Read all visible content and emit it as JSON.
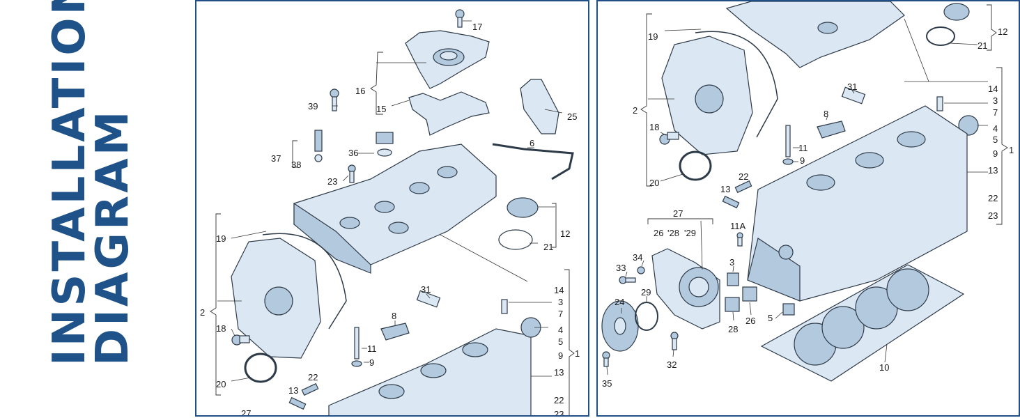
{
  "title": {
    "line1": "INSTALLATION",
    "line2": "DIAGRAM"
  },
  "colors": {
    "accent": "#1e5288",
    "part_fill": "#dbe7f2",
    "part_shade": "#b3c9de",
    "outline": "#2d3a48"
  },
  "left_panel": {
    "labels": [
      "17",
      "16",
      "15",
      "39",
      "25",
      "6",
      "37",
      "38",
      "36",
      "23",
      "12",
      "21",
      "19",
      "2",
      "18",
      "20",
      "14",
      "3",
      "7",
      "4",
      "5",
      "9",
      "1",
      "31",
      "8",
      "11",
      "9",
      "13",
      "22",
      "13",
      "22",
      "27",
      "23"
    ]
  },
  "right_panel": {
    "labels": [
      "12",
      "21",
      "19",
      "2",
      "14",
      "3",
      "7",
      "4",
      "5",
      "9",
      "1",
      "13",
      "22",
      "23",
      "31",
      "8",
      "18",
      "11",
      "9",
      "20",
      "22",
      "13",
      "27",
      "26",
      "'28",
      "'29",
      "11A",
      "34",
      "33",
      "3",
      "29",
      "24",
      "28",
      "26",
      "5",
      "32",
      "35",
      "10"
    ]
  }
}
